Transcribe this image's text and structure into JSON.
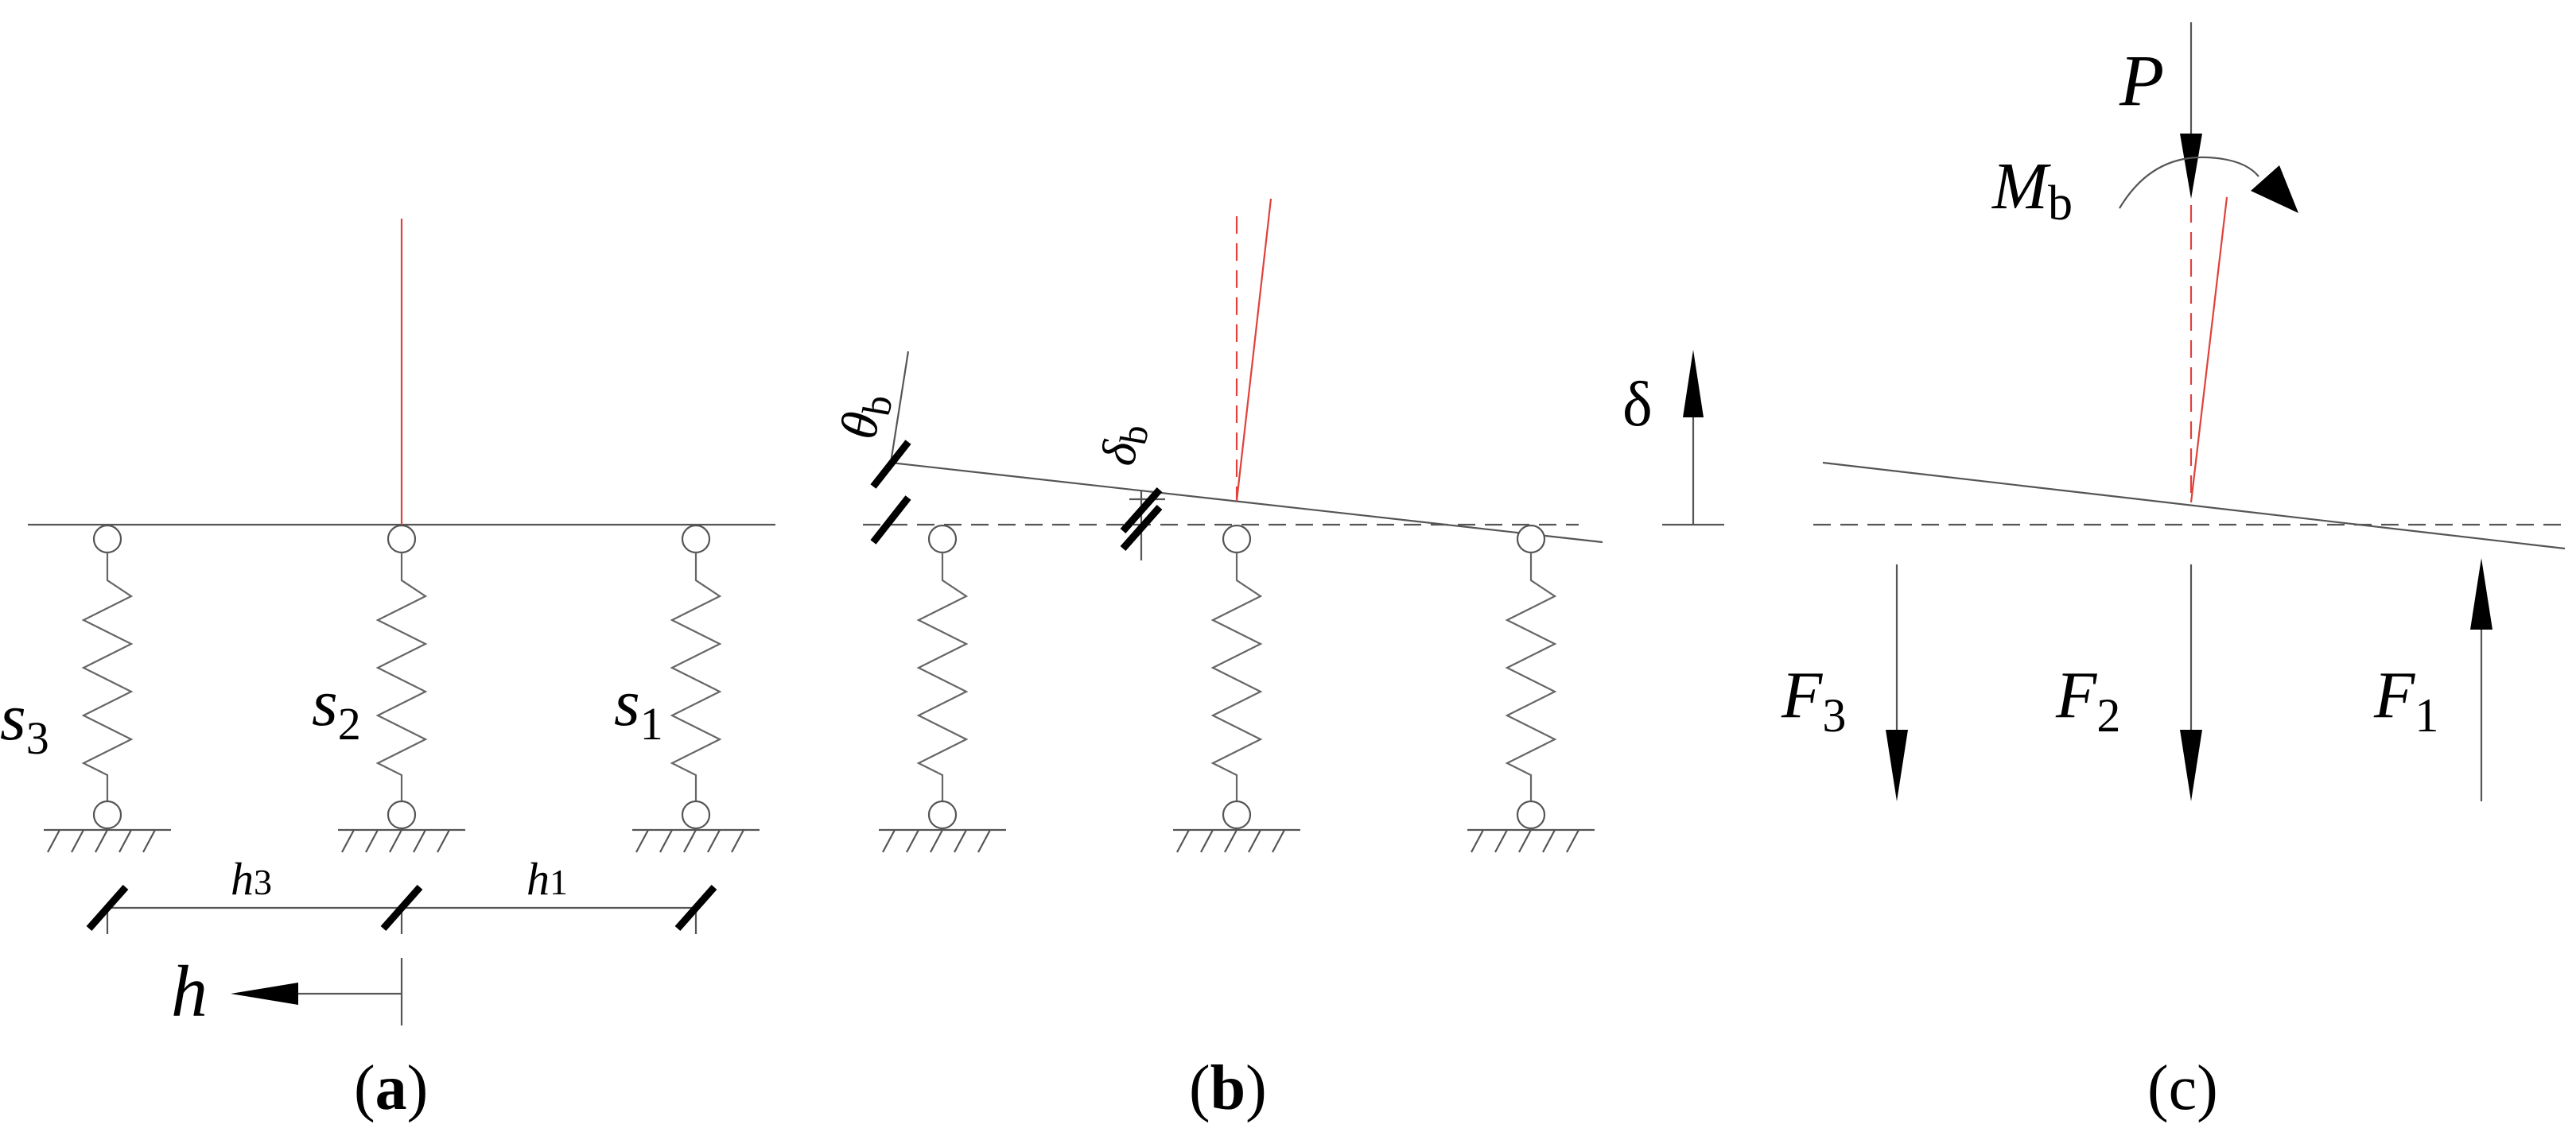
{
  "panel_a": {
    "springs": [
      "s",
      "s",
      "s"
    ],
    "spring_subs": [
      "3",
      "2",
      "1"
    ],
    "dims": [
      "h",
      "h"
    ],
    "dim_subs": [
      "3",
      "1"
    ],
    "axis": "h",
    "caption_open": "(",
    "caption_letter": "a",
    "caption_close": ")"
  },
  "panel_b": {
    "theta": "θ",
    "theta_sub": "b",
    "delta": "δ",
    "delta_sub": "b",
    "caption_open": "(",
    "caption_letter": "b",
    "caption_close": ")"
  },
  "panel_c": {
    "delta": "δ",
    "load": "P",
    "moment": "M",
    "moment_sub": "b",
    "forces": [
      "F",
      "F",
      "F"
    ],
    "force_subs": [
      "3",
      "2",
      "1"
    ],
    "caption_open": "(",
    "caption_letter": "c",
    "caption_close": ")"
  },
  "colors": {
    "rod": "#e0413a",
    "lines": "#555555",
    "ink": "#000000"
  }
}
